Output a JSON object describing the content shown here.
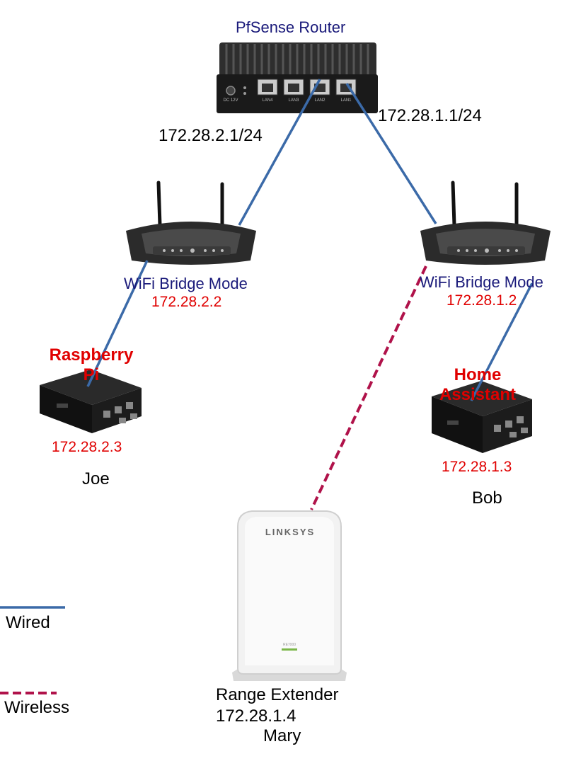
{
  "router": {
    "title": "PfSense Router",
    "lan_ip": "172.28.2.1/24",
    "wan_ip": "172.28.1.1/24",
    "port_labels": [
      "LAN4",
      "LAN3",
      "LAN2",
      "LAN1"
    ],
    "dc_label": "DC 12V"
  },
  "left_bridge": {
    "mode": "WiFi Bridge Mode",
    "ip": "172.28.2.2"
  },
  "right_bridge": {
    "mode": "WiFi Bridge Mode",
    "ip": "172.28.1.2"
  },
  "raspberry_pi": {
    "name_line1": "Raspberry",
    "name_line2": "Pi",
    "ip": "172.28.2.3",
    "user": "Joe"
  },
  "home_assistant": {
    "name_line1": "Home",
    "name_line2": "Assistant",
    "ip": "172.28.1.3",
    "user": "Bob"
  },
  "range_extender": {
    "brand": "LINKSYS",
    "model": "RE7000",
    "name": "Range Extender",
    "ip": "172.28.1.4",
    "user": "Mary"
  },
  "legend": {
    "wired": "Wired",
    "wireless": "Wireless"
  },
  "colors": {
    "wired": "#3b6aa8",
    "wireless": "#b0124a",
    "label_red": "#e00000",
    "label_navy": "#1a1a7a"
  }
}
